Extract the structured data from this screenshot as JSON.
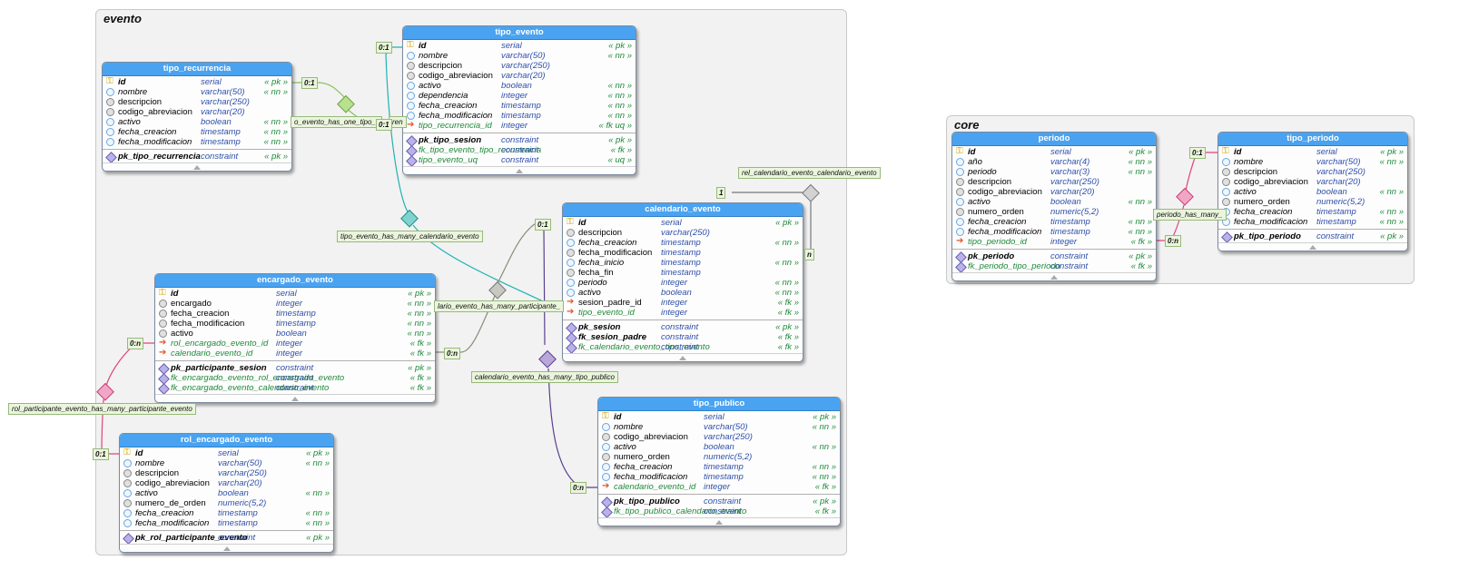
{
  "schemas": {
    "evento": "evento",
    "core": "core"
  },
  "tables": {
    "tipo_recurrencia": {
      "title": "tipo_recurrencia",
      "columns": [
        {
          "icon": "pk",
          "name": "id",
          "type": "serial",
          "flag": "« pk »",
          "style": "ib"
        },
        {
          "icon": "nn",
          "name": "nombre",
          "type": "varchar(50)",
          "flag": "« nn »",
          "style": "i"
        },
        {
          "icon": "nul",
          "name": "descripcion",
          "type": "varchar(250)",
          "flag": "",
          "style": ""
        },
        {
          "icon": "nul",
          "name": "codigo_abreviacion",
          "type": "varchar(20)",
          "flag": "",
          "style": ""
        },
        {
          "icon": "nn",
          "name": "activo",
          "type": "boolean",
          "flag": "« nn »",
          "style": "i"
        },
        {
          "icon": "nn",
          "name": "fecha_creacion",
          "type": "timestamp",
          "flag": "« nn »",
          "style": "i"
        },
        {
          "icon": "nn",
          "name": "fecha_modificacion",
          "type": "timestamp",
          "flag": "« nn »",
          "style": "i"
        }
      ],
      "constraints": [
        {
          "name": "pk_tipo_recurrencia",
          "type": "constraint",
          "flag": "« pk »",
          "style": "ib"
        }
      ]
    },
    "tipo_evento": {
      "title": "tipo_evento",
      "columns": [
        {
          "icon": "pk",
          "name": "id",
          "type": "serial",
          "flag": "« pk »",
          "style": "ib"
        },
        {
          "icon": "nn",
          "name": "nombre",
          "type": "varchar(50)",
          "flag": "« nn »",
          "style": "i"
        },
        {
          "icon": "nul",
          "name": "descripcion",
          "type": "varchar(250)",
          "flag": "",
          "style": ""
        },
        {
          "icon": "nul",
          "name": "codigo_abreviacion",
          "type": "varchar(20)",
          "flag": "",
          "style": ""
        },
        {
          "icon": "nn",
          "name": "activo",
          "type": "boolean",
          "flag": "« nn »",
          "style": "i"
        },
        {
          "icon": "nn",
          "name": "dependencia",
          "type": "integer",
          "flag": "« nn »",
          "style": "i"
        },
        {
          "icon": "nn",
          "name": "fecha_creacion",
          "type": "timestamp",
          "flag": "« nn »",
          "style": "i"
        },
        {
          "icon": "nn",
          "name": "fecha_modificacion",
          "type": "timestamp",
          "flag": "« nn »",
          "style": "i"
        },
        {
          "icon": "fk",
          "name": "tipo_recurrencia_id",
          "type": "integer",
          "flag": "« fk uq »",
          "style": "ig"
        }
      ],
      "constraints": [
        {
          "name": "pk_tipo_sesion",
          "type": "constraint",
          "flag": "« pk »",
          "style": "ib"
        },
        {
          "name": "fk_tipo_evento_tipo_recurrencia",
          "type": "constraint",
          "flag": "« fk »",
          "style": "ig"
        },
        {
          "name": "tipo_evento_uq",
          "type": "constraint",
          "flag": "« uq »",
          "style": "ig"
        }
      ]
    },
    "calendario_evento": {
      "title": "calendario_evento",
      "columns": [
        {
          "icon": "pk",
          "name": "id",
          "type": "serial",
          "flag": "« pk »",
          "style": "ib"
        },
        {
          "icon": "nul",
          "name": "descripcion",
          "type": "varchar(250)",
          "flag": "",
          "style": ""
        },
        {
          "icon": "nn",
          "name": "fecha_creacion",
          "type": "timestamp",
          "flag": "« nn »",
          "style": "i"
        },
        {
          "icon": "nul",
          "name": "fecha_modificacion",
          "type": "timestamp",
          "flag": "",
          "style": ""
        },
        {
          "icon": "nn",
          "name": "fecha_inicio",
          "type": "timestamp",
          "flag": "« nn »",
          "style": "i"
        },
        {
          "icon": "nul",
          "name": "fecha_fin",
          "type": "timestamp",
          "flag": "",
          "style": ""
        },
        {
          "icon": "nn",
          "name": "periodo",
          "type": "integer",
          "flag": "« nn »",
          "style": "i"
        },
        {
          "icon": "nn",
          "name": "activo",
          "type": "boolean",
          "flag": "« nn »",
          "style": "i"
        },
        {
          "icon": "fk",
          "name": "sesion_padre_id",
          "type": "integer",
          "flag": "« fk »",
          "style": ""
        },
        {
          "icon": "fk",
          "name": "tipo_evento_id",
          "type": "integer",
          "flag": "« fk »",
          "style": "ig"
        }
      ],
      "constraints": [
        {
          "name": "pk_sesion",
          "type": "constraint",
          "flag": "« pk »",
          "style": "ib"
        },
        {
          "name": "fk_sesion_padre",
          "type": "constraint",
          "flag": "« fk »",
          "style": "ib"
        },
        {
          "name": "fk_calendario_evento_tipo_evento",
          "type": "constraint",
          "flag": "« fk »",
          "style": "ig"
        }
      ]
    },
    "encargado_evento": {
      "title": "encargado_evento",
      "columns": [
        {
          "icon": "pk",
          "name": "id",
          "type": "serial",
          "flag": "« pk »",
          "style": "ib"
        },
        {
          "icon": "nul",
          "name": "encargado",
          "type": "integer",
          "flag": "« nn »",
          "style": ""
        },
        {
          "icon": "nul",
          "name": "fecha_creacion",
          "type": "timestamp",
          "flag": "« nn »",
          "style": ""
        },
        {
          "icon": "nul",
          "name": "fecha_modificacion",
          "type": "timestamp",
          "flag": "« nn »",
          "style": ""
        },
        {
          "icon": "nul",
          "name": "activo",
          "type": "boolean",
          "flag": "« nn »",
          "style": ""
        },
        {
          "icon": "fk",
          "name": "rol_encargado_evento_id",
          "type": "integer",
          "flag": "« fk »",
          "style": "ig"
        },
        {
          "icon": "fk",
          "name": "calendario_evento_id",
          "type": "integer",
          "flag": "« fk »",
          "style": "ig"
        }
      ],
      "constraints": [
        {
          "name": "pk_participante_sesion",
          "type": "constraint",
          "flag": "« pk »",
          "style": "ib"
        },
        {
          "name": "fk_encargado_evento_rol_encargado_evento",
          "type": "constraint",
          "flag": "« fk »",
          "style": "ig"
        },
        {
          "name": "fk_encargado_evento_calendario_evento",
          "type": "constraint",
          "flag": "« fk »",
          "style": "ig"
        }
      ]
    },
    "rol_encargado_evento": {
      "title": "rol_encargado_evento",
      "columns": [
        {
          "icon": "pk",
          "name": "id",
          "type": "serial",
          "flag": "« pk »",
          "style": "ib"
        },
        {
          "icon": "nn",
          "name": "nombre",
          "type": "varchar(50)",
          "flag": "« nn »",
          "style": "i"
        },
        {
          "icon": "nul",
          "name": "descripcion",
          "type": "varchar(250)",
          "flag": "",
          "style": ""
        },
        {
          "icon": "nul",
          "name": "codigo_abreviacion",
          "type": "varchar(20)",
          "flag": "",
          "style": ""
        },
        {
          "icon": "nn",
          "name": "activo",
          "type": "boolean",
          "flag": "« nn »",
          "style": "i"
        },
        {
          "icon": "nul",
          "name": "numero_de_orden",
          "type": "numeric(5,2)",
          "flag": "",
          "style": ""
        },
        {
          "icon": "nn",
          "name": "fecha_creacion",
          "type": "timestamp",
          "flag": "« nn »",
          "style": "i"
        },
        {
          "icon": "nn",
          "name": "fecha_modificacion",
          "type": "timestamp",
          "flag": "« nn »",
          "style": "i"
        }
      ],
      "constraints": [
        {
          "name": "pk_rol_participante_evento",
          "type": "constraint",
          "flag": "« pk »",
          "style": "ib"
        }
      ]
    },
    "tipo_publico": {
      "title": "tipo_publico",
      "columns": [
        {
          "icon": "pk",
          "name": "id",
          "type": "serial",
          "flag": "« pk »",
          "style": "ib"
        },
        {
          "icon": "nn",
          "name": "nombre",
          "type": "varchar(50)",
          "flag": "« nn »",
          "style": "i"
        },
        {
          "icon": "nul",
          "name": "codigo_abreviacion",
          "type": "varchar(250)",
          "flag": "",
          "style": ""
        },
        {
          "icon": "nn",
          "name": "activo",
          "type": "boolean",
          "flag": "« nn »",
          "style": "i"
        },
        {
          "icon": "nul",
          "name": "numero_orden",
          "type": "numeric(5,2)",
          "flag": "",
          "style": ""
        },
        {
          "icon": "nn",
          "name": "fecha_creacion",
          "type": "timestamp",
          "flag": "« nn »",
          "style": "i"
        },
        {
          "icon": "nn",
          "name": "fecha_modificacion",
          "type": "timestamp",
          "flag": "« nn »",
          "style": "i"
        },
        {
          "icon": "fk",
          "name": "calendario_evento_id",
          "type": "integer",
          "flag": "« fk »",
          "style": "ig"
        }
      ],
      "constraints": [
        {
          "name": "pk_tipo_publico",
          "type": "constraint",
          "flag": "« pk »",
          "style": "ib"
        },
        {
          "name": "fk_tipo_publico_calendario_evento",
          "type": "constraint",
          "flag": "« fk »",
          "style": "ig"
        }
      ]
    },
    "periodo": {
      "title": "periodo",
      "columns": [
        {
          "icon": "pk",
          "name": "id",
          "type": "serial",
          "flag": "« pk »",
          "style": "ib"
        },
        {
          "icon": "nn",
          "name": "año",
          "type": "varchar(4)",
          "flag": "« nn »",
          "style": "i"
        },
        {
          "icon": "nn",
          "name": "periodo",
          "type": "varchar(3)",
          "flag": "« nn »",
          "style": "i"
        },
        {
          "icon": "nul",
          "name": "descripcion",
          "type": "varchar(250)",
          "flag": "",
          "style": ""
        },
        {
          "icon": "nul",
          "name": "codigo_abreviacion",
          "type": "varchar(20)",
          "flag": "",
          "style": ""
        },
        {
          "icon": "nn",
          "name": "activo",
          "type": "boolean",
          "flag": "« nn »",
          "style": "i"
        },
        {
          "icon": "nul",
          "name": "numero_orden",
          "type": "numeric(5,2)",
          "flag": "",
          "style": ""
        },
        {
          "icon": "nn",
          "name": "fecha_creacion",
          "type": "timestamp",
          "flag": "« nn »",
          "style": "i"
        },
        {
          "icon": "nn",
          "name": "fecha_modificacion",
          "type": "timestamp",
          "flag": "« nn »",
          "style": "i"
        },
        {
          "icon": "fk",
          "name": "tipo_periodo_id",
          "type": "integer",
          "flag": "« fk »",
          "style": "ig"
        }
      ],
      "constraints": [
        {
          "name": "pk_periodo",
          "type": "constraint",
          "flag": "« pk »",
          "style": "ib"
        },
        {
          "name": "fk_periodo_tipo_periodo",
          "type": "constraint",
          "flag": "« fk »",
          "style": "ig"
        }
      ]
    },
    "tipo_periodo": {
      "title": "tipo_periodo",
      "columns": [
        {
          "icon": "pk",
          "name": "id",
          "type": "serial",
          "flag": "« pk »",
          "style": "ib"
        },
        {
          "icon": "nn",
          "name": "nombre",
          "type": "varchar(50)",
          "flag": "« nn »",
          "style": "i"
        },
        {
          "icon": "nul",
          "name": "descripcion",
          "type": "varchar(250)",
          "flag": "",
          "style": ""
        },
        {
          "icon": "nul",
          "name": "codigo_abreviacion",
          "type": "varchar(20)",
          "flag": "",
          "style": ""
        },
        {
          "icon": "nn",
          "name": "activo",
          "type": "boolean",
          "flag": "« nn »",
          "style": "i"
        },
        {
          "icon": "nul",
          "name": "numero_orden",
          "type": "numeric(5,2)",
          "flag": "",
          "style": ""
        },
        {
          "icon": "nn",
          "name": "fecha_creacion",
          "type": "timestamp",
          "flag": "« nn »",
          "style": "i"
        },
        {
          "icon": "nn",
          "name": "fecha_modificacion",
          "type": "timestamp",
          "flag": "« nn »",
          "style": "i"
        }
      ],
      "constraints": [
        {
          "name": "pk_tipo_periodo",
          "type": "constraint",
          "flag": "« pk »",
          "style": "ib"
        }
      ]
    }
  },
  "relationships": {
    "tipo_evento_has_one_tipo_recurrencia": "o_evento_has_one_tipo_r",
    "tipo_evento_has_many_calendario_evento": "tipo_evento_has_many_calendario_evento",
    "rel_calendario_evento_calendario_evento": "rel_calendario_evento_calendario_evento",
    "calendario_evento_has_many_participante": "lario_evento_has_many_participante_",
    "calendario_evento_has_many_tipo_publico": "calendario_evento_has_many_tipo_publico",
    "rol_participante_evento_has_many_participante_evento": "rol_participante_evento_has_many_participante_evento",
    "tipo_periodo_has_many_periodo": "periodo_has_many_",
    "tipo_recurrencia_tail": "ren"
  },
  "cardinalities": {
    "c1": "0:1",
    "c2": "0:1",
    "c3": "0:1",
    "c4": "1",
    "c5": "n",
    "c6": "0:1",
    "c7": "0:n",
    "c8": "0:n",
    "c9": "0:n",
    "c10": "0:1",
    "c11": "0:1",
    "c12": "0:n"
  },
  "colors": {
    "header": "#4aa3f0",
    "link_green": "#86c45a",
    "link_teal": "#1fb3b3",
    "link_gray": "#8a8a7a",
    "link_purple": "#5a3f8f",
    "link_pink": "#e0457a"
  }
}
